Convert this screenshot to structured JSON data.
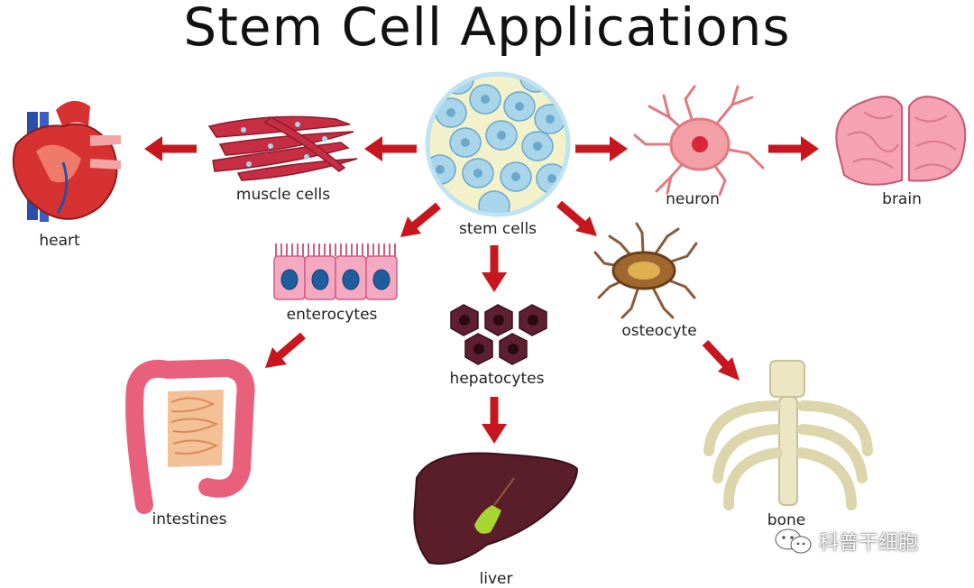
{
  "title": "Stem Cell Applications",
  "labels": {
    "stem_cells": "stem cells",
    "muscle_cells": "muscle cells",
    "heart": "heart",
    "neuron": "neuron",
    "brain": "brain",
    "enterocytes": "enterocytes",
    "intestines": "intestines",
    "hepatocytes": "hepatocytes",
    "liver": "liver",
    "osteocyte": "osteocyte",
    "bone": "bone"
  },
  "watermark": "科普干细胞",
  "colors": {
    "arrow": "#c8161e",
    "stem_cell_fill": "#a9d5ea",
    "muscle": "#c72e44",
    "neuron": "#f2a0a5",
    "brain": "#f6a1b4",
    "hepatocyte": "#5e1f33",
    "liver": "#5a1d2a",
    "bone": "#ece6c2",
    "heart": "#d63232"
  }
}
